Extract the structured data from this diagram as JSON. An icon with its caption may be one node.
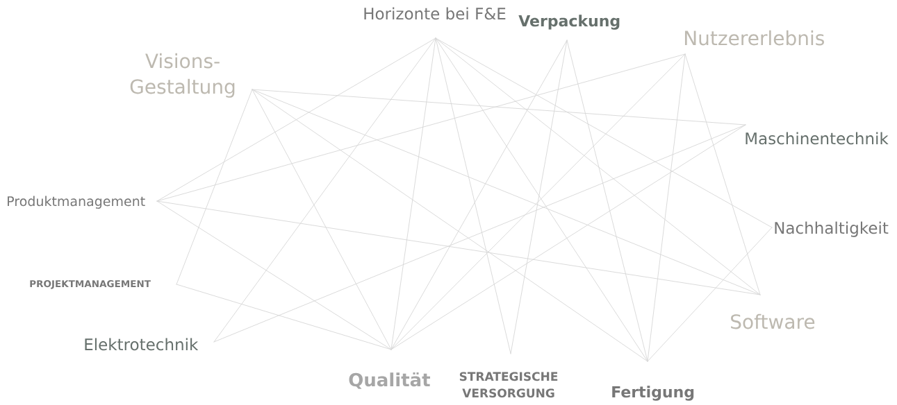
{
  "diagram": {
    "nodes": [
      {
        "text": [
          "Horizonte bei F&E"
        ]
      },
      {
        "text": [
          "Verpackung"
        ]
      },
      {
        "text": [
          "Nutzererlebnis"
        ]
      },
      {
        "text": [
          "Visions- Gestaltung"
        ]
      },
      {
        "text": [
          "Maschinentechnik"
        ]
      },
      {
        "text": [
          "Produktmanagement"
        ]
      },
      {
        "text": [
          "Nachhaltigkeit"
        ]
      },
      {
        "text": [
          "PROJEKTMANAGEMENT"
        ]
      },
      {
        "text": [
          "Software"
        ]
      },
      {
        "text": [
          "Elektrotechnik"
        ]
      },
      {
        "text": [
          "Qualität"
        ]
      },
      {
        "text": [
          "STRATEGISCHE VERSORGUNG"
        ]
      },
      {
        "text": [
          "Fertigung"
        ]
      }
    ],
    "edges": [
      {
        "from": 0,
        "to": 5,
        "arrow": "none"
      },
      {
        "from": 0,
        "to": 9,
        "arrow": "none"
      },
      {
        "from": 0,
        "to": 10,
        "arrow": "none"
      },
      {
        "from": 0,
        "to": 11,
        "arrow": "none"
      },
      {
        "from": 0,
        "to": 12,
        "arrow": "none"
      },
      {
        "from": 0,
        "to": 8,
        "arrow": "none"
      },
      {
        "from": 0,
        "to": 6,
        "arrow": "none"
      },
      {
        "from": 3,
        "to": 7,
        "arrow": "none"
      },
      {
        "from": 3,
        "to": 10,
        "arrow": "none"
      },
      {
        "from": 3,
        "to": 12,
        "arrow": "none"
      },
      {
        "from": 3,
        "to": 8,
        "arrow": "none"
      },
      {
        "from": 3,
        "to": 4,
        "arrow": "none"
      },
      {
        "from": 5,
        "to": 2,
        "arrow": "none"
      },
      {
        "from": 5,
        "to": 8,
        "arrow": "none"
      },
      {
        "from": 5,
        "to": 10,
        "arrow": "none"
      },
      {
        "from": 9,
        "to": 4,
        "arrow": "none"
      },
      {
        "from": 7,
        "to": 10,
        "arrow": "none"
      },
      {
        "from": 1,
        "to": 10,
        "arrow": "none"
      },
      {
        "from": 1,
        "to": 11,
        "arrow": "none"
      },
      {
        "from": 1,
        "to": 12,
        "arrow": "none"
      },
      {
        "from": 2,
        "to": 10,
        "arrow": "none"
      },
      {
        "from": 2,
        "to": 12,
        "arrow": "none"
      },
      {
        "from": 2,
        "to": 8,
        "arrow": "none"
      },
      {
        "from": 4,
        "to": 10,
        "arrow": "none"
      },
      {
        "from": 6,
        "to": 12,
        "arrow": "none"
      }
    ]
  }
}
